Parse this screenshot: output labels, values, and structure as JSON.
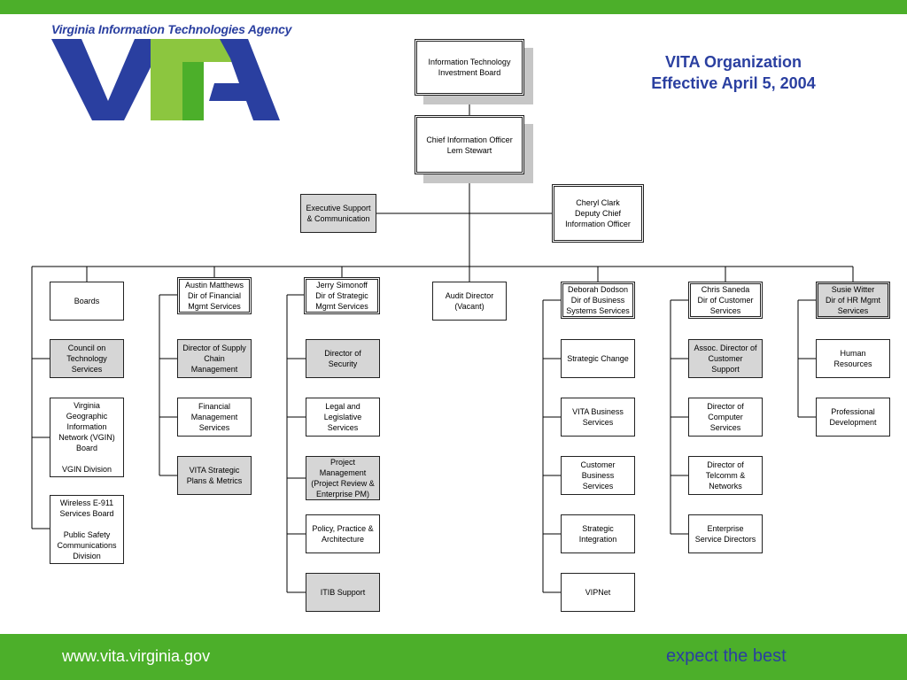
{
  "header": {
    "agency_name": "Virginia Information Technologies Agency",
    "logo_text": "VITA",
    "title_line1": "VITA Organization",
    "title_line2": "Effective April 5, 2004"
  },
  "org": {
    "itib": "Information Technology\nInvestment Board",
    "cio": "Chief Information Officer\nLem Stewart",
    "exec_support": "Executive Support\n& Communication",
    "deputy": "Cheryl Clark\nDeputy Chief\nInformation Officer",
    "col1": {
      "boards": "Boards",
      "council": "Council on\nTechnology\nServices",
      "vgin": "Virginia\nGeographic\nInformation\nNetwork (VGIN)\nBoard\n\nVGIN Division",
      "wireless": "Wireless E-911\nServices Board\n\nPublic Safety\nCommunications\nDivision"
    },
    "col2": {
      "head": "Austin Matthews\nDir of Financial\nMgmt Services",
      "supply": "Director of Supply\nChain\nManagement",
      "financial": "Financial\nManagement\nServices",
      "plans": "VITA Strategic\nPlans & Metrics"
    },
    "col3": {
      "head": "Jerry Simonoff\nDir of Strategic\nMgmt Services",
      "security": "Director of\nSecurity",
      "legal": "Legal and\nLegislative\nServices",
      "project": "Project\nManagement\n(Project Review &\nEnterprise PM)",
      "policy": "Policy, Practice &\nArchitecture",
      "itib_support": "ITIB Support"
    },
    "audit": "Audit Director\n(Vacant)",
    "col5": {
      "head": "Deborah Dodson\nDir of Business\nSystems Services",
      "strategic_change": "Strategic Change",
      "business_services": "VITA Business\nServices",
      "customer_business": "Customer\nBusiness\nServices",
      "strategic_integration": "Strategic\nIntegration",
      "vipnet": "VIPNet"
    },
    "col6": {
      "head": "Chris Saneda\nDir of Customer\nServices",
      "assoc": "Assoc. Director of\nCustomer\nSupport",
      "computer": "Director of\nComputer\nServices",
      "telcomm": "Director of\nTelcomm &\nNetworks",
      "enterprise": "Enterprise\nService Directors"
    },
    "col7": {
      "head": "Susie Witter\nDir of HR Mgmt\nServices",
      "hr": "Human\nResources",
      "prof_dev": "Professional\nDevelopment"
    }
  },
  "footer": {
    "url": "www.vita.virginia.gov",
    "tagline": "expect the best"
  },
  "colors": {
    "brand_green": "#4caf2a",
    "brand_blue": "#2a3fa0",
    "light_green": "#8cc63f",
    "box_gray": "#d6d6d6"
  }
}
